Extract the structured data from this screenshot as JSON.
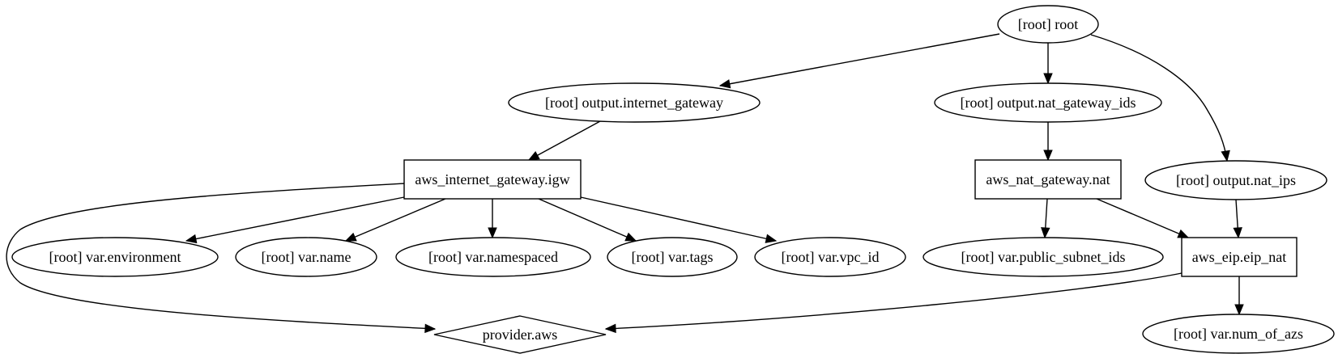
{
  "nodes": {
    "root": "[root] root",
    "output_internet_gateway": "[root] output.internet_gateway",
    "output_nat_gateway_ids": "[root] output.nat_gateway_ids",
    "aws_internet_gateway_igw": "aws_internet_gateway.igw",
    "aws_nat_gateway_nat": "aws_nat_gateway.nat",
    "output_nat_ips": "[root] output.nat_ips",
    "var_environment": "[root] var.environment",
    "var_name": "[root] var.name",
    "var_namespaced": "[root] var.namespaced",
    "var_tags": "[root] var.tags",
    "var_vpc_id": "[root] var.vpc_id",
    "var_public_subnet_ids": "[root] var.public_subnet_ids",
    "aws_eip_eip_nat": "aws_eip.eip_nat",
    "provider_aws": "provider.aws",
    "var_num_of_azs": "[root] var.num_of_azs"
  },
  "shapes": {
    "root": "ellipse",
    "output_internet_gateway": "ellipse",
    "output_nat_gateway_ids": "ellipse",
    "aws_internet_gateway_igw": "box",
    "aws_nat_gateway_nat": "box",
    "output_nat_ips": "ellipse",
    "var_environment": "ellipse",
    "var_name": "ellipse",
    "var_namespaced": "ellipse",
    "var_tags": "ellipse",
    "var_vpc_id": "ellipse",
    "var_public_subnet_ids": "ellipse",
    "aws_eip_eip_nat": "box",
    "provider_aws": "diamond",
    "var_num_of_azs": "ellipse"
  },
  "edges": [
    [
      "root",
      "output_internet_gateway"
    ],
    [
      "root",
      "output_nat_gateway_ids"
    ],
    [
      "root",
      "output_nat_ips"
    ],
    [
      "output_internet_gateway",
      "aws_internet_gateway_igw"
    ],
    [
      "output_nat_gateway_ids",
      "aws_nat_gateway_nat"
    ],
    [
      "aws_internet_gateway_igw",
      "var_environment"
    ],
    [
      "aws_internet_gateway_igw",
      "var_name"
    ],
    [
      "aws_internet_gateway_igw",
      "var_namespaced"
    ],
    [
      "aws_internet_gateway_igw",
      "var_tags"
    ],
    [
      "aws_internet_gateway_igw",
      "var_vpc_id"
    ],
    [
      "aws_internet_gateway_igw",
      "provider_aws"
    ],
    [
      "aws_nat_gateway_nat",
      "var_public_subnet_ids"
    ],
    [
      "aws_nat_gateway_nat",
      "aws_eip_eip_nat"
    ],
    [
      "output_nat_ips",
      "aws_eip_eip_nat"
    ],
    [
      "aws_eip_eip_nat",
      "provider_aws"
    ],
    [
      "aws_eip_eip_nat",
      "var_num_of_azs"
    ]
  ]
}
